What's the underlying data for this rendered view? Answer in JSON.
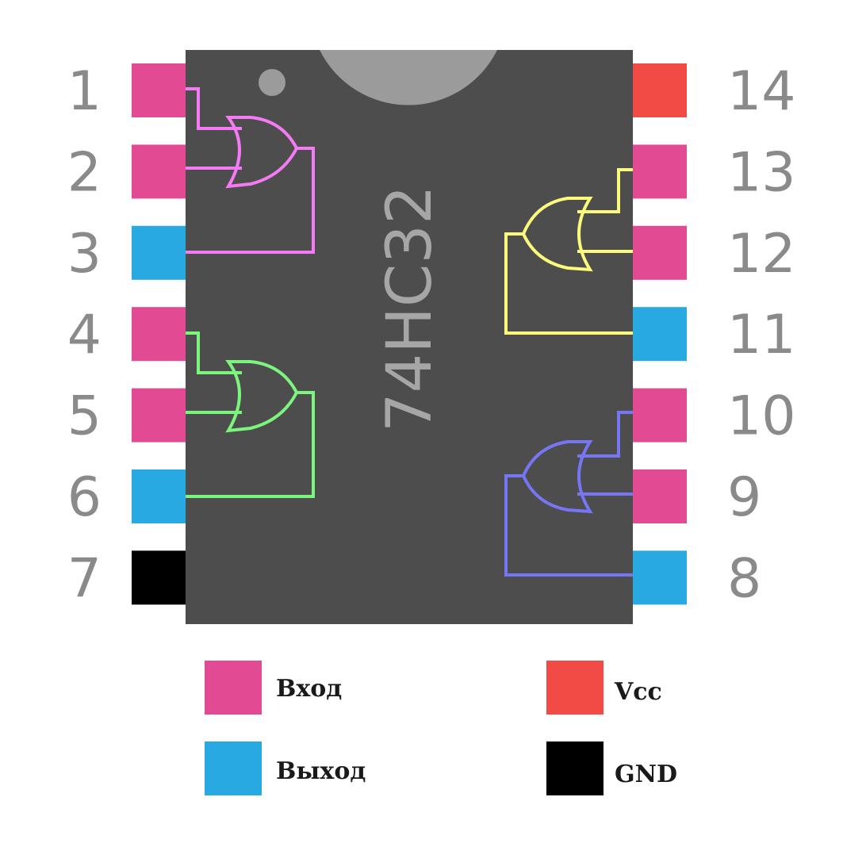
{
  "chip": {
    "name": "74HC32",
    "body_color": "#4d4d4d",
    "notch_color": "#9b9b9b",
    "dot_color": "#9b9b9b"
  },
  "pin_colors": {
    "input": "#e24b94",
    "output": "#29a9e1",
    "vcc": "#f24a44",
    "gnd": "#000000"
  },
  "pins_left": [
    {
      "number": "1",
      "type": "input"
    },
    {
      "number": "2",
      "type": "input"
    },
    {
      "number": "3",
      "type": "output"
    },
    {
      "number": "4",
      "type": "input"
    },
    {
      "number": "5",
      "type": "input"
    },
    {
      "number": "6",
      "type": "output"
    },
    {
      "number": "7",
      "type": "gnd"
    }
  ],
  "pins_right": [
    {
      "number": "14",
      "type": "vcc"
    },
    {
      "number": "13",
      "type": "input"
    },
    {
      "number": "12",
      "type": "input"
    },
    {
      "number": "11",
      "type": "output"
    },
    {
      "number": "10",
      "type": "input"
    },
    {
      "number": "9",
      "type": "input"
    },
    {
      "number": "8",
      "type": "output"
    }
  ],
  "gates": [
    {
      "name": "gate-1",
      "color": "#f57af5"
    },
    {
      "name": "gate-2",
      "color": "#7cf57c"
    },
    {
      "name": "gate-3",
      "color": "#fafa7c"
    },
    {
      "name": "gate-4",
      "color": "#7676f5"
    }
  ],
  "legend": {
    "input": "Вход",
    "output": "Выход",
    "vcc": "Vcc",
    "gnd": "GND"
  }
}
